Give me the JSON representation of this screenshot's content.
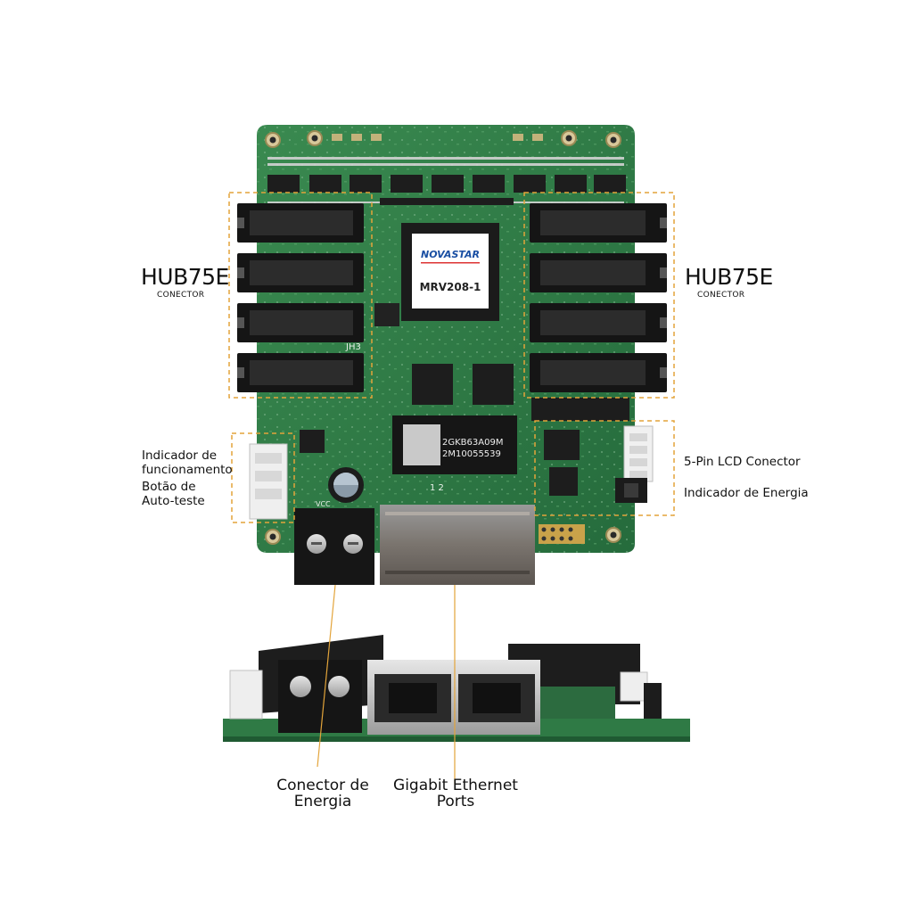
{
  "labels": {
    "left_hub_title": "HUB75E",
    "left_hub_sub": "CONECTOR",
    "right_hub_title": "HUB75E",
    "right_hub_sub": "CONECTOR",
    "run_indicator_line1": "Indicador de",
    "run_indicator_line2": "funcionamento",
    "self_test_line1": "Botão de",
    "self_test_line2": "Auto-teste",
    "lcd_connector": "5-Pin LCD Conector",
    "power_indicator": "Indicador de Energia",
    "power_connector_line1": "Conector de",
    "power_connector_line2": "Energia",
    "ethernet_line1": "Gigabit Ethernet",
    "ethernet_line2": "Ports"
  },
  "board": {
    "brand": "NOVASTAR",
    "model": "MRV208-1",
    "sticker_line1": "2GKB63A09M",
    "sticker_line2": "2M10055539",
    "silk_jh3": "JH3",
    "silk_vcc": "VCC",
    "silk_pins": "1  2"
  },
  "colors": {
    "pcb": "#2f7a45",
    "pcb_dark": "#1f5a32",
    "connector": "#151515",
    "callout": "#e3a43a"
  }
}
